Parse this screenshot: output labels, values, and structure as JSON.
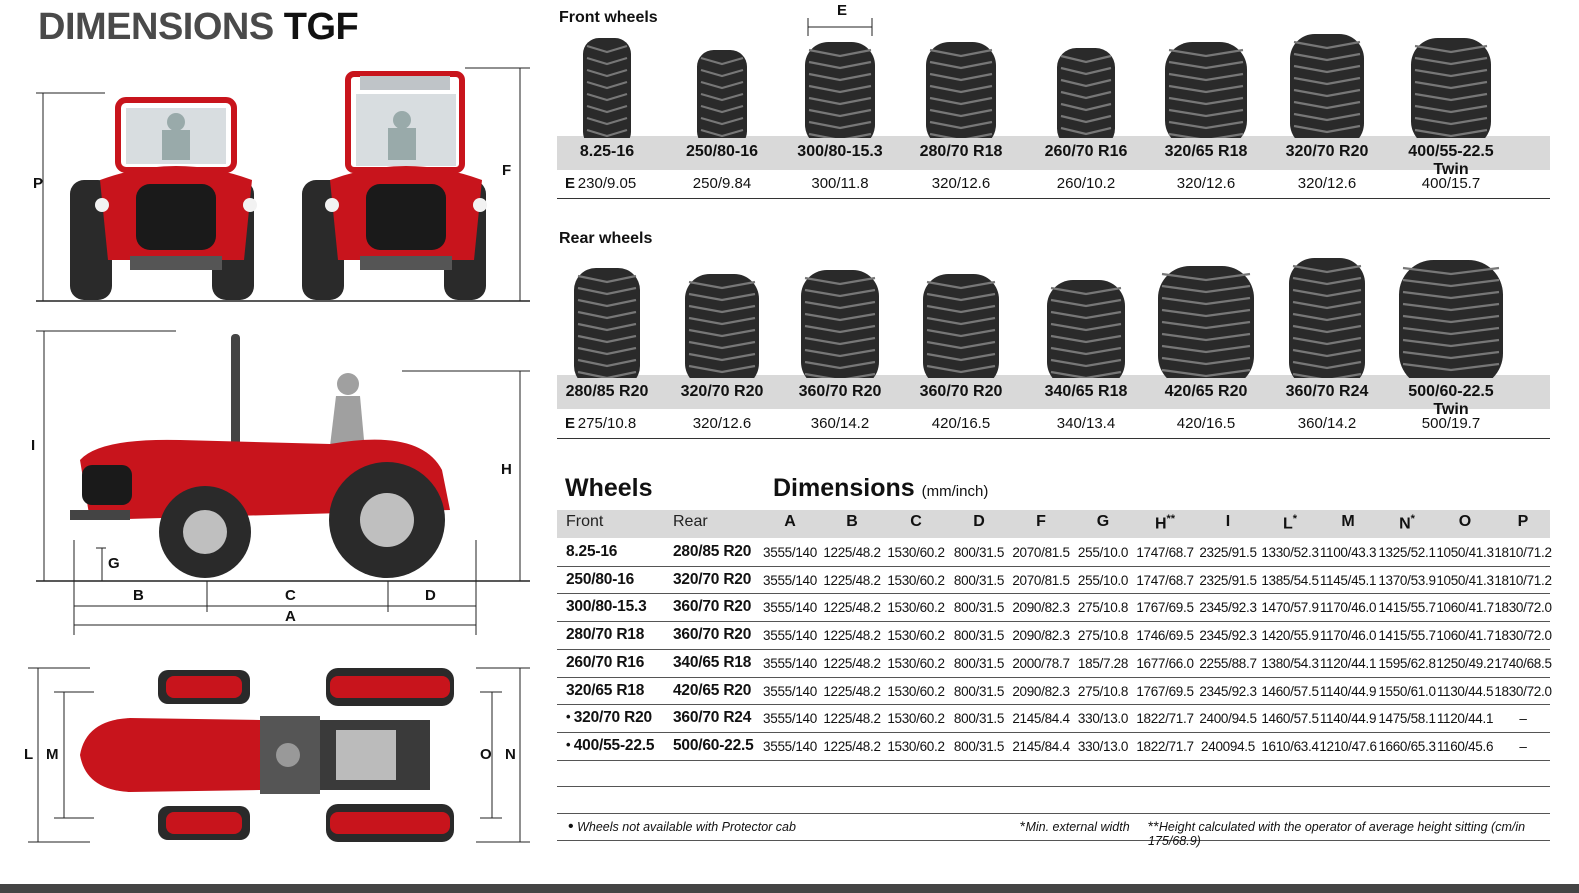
{
  "title": {
    "part1": "DIMENSIONS",
    "part2": "TGF"
  },
  "drawing_labels": {
    "P": "P",
    "F": "F",
    "I": "I",
    "H": "H",
    "G": "G",
    "B": "B",
    "C": "C",
    "D": "D",
    "A": "A",
    "L": "L",
    "M": "M",
    "O": "O",
    "N": "N",
    "E": "E"
  },
  "front_wheels": {
    "title": "Front wheels",
    "e_label": "E",
    "tyres": [
      {
        "name": "8.25-16",
        "e": "230/9.05"
      },
      {
        "name": "250/80-16",
        "e": "250/9.84"
      },
      {
        "name": "300/80-15.3",
        "e": "300/11.8"
      },
      {
        "name": "280/70 R18",
        "e": "320/12.6"
      },
      {
        "name": "260/70 R16",
        "e": "260/10.2"
      },
      {
        "name": "320/65 R18",
        "e": "320/12.6"
      },
      {
        "name": "320/70 R20",
        "e": "320/12.6"
      },
      {
        "name": "400/55-22.5 Twin",
        "e": "400/15.7"
      }
    ]
  },
  "rear_wheels": {
    "title": "Rear wheels",
    "e_label": "E",
    "tyres": [
      {
        "name": "280/85 R20",
        "e": "275/10.8"
      },
      {
        "name": "320/70 R20",
        "e": "320/12.6"
      },
      {
        "name": "360/70 R20",
        "e": "360/14.2"
      },
      {
        "name": "360/70 R20",
        "e": "420/16.5"
      },
      {
        "name": "340/65 R18",
        "e": "340/13.4"
      },
      {
        "name": "420/65 R20",
        "e": "420/16.5"
      },
      {
        "name": "360/70 R24",
        "e": "360/14.2"
      },
      {
        "name": "500/60-22.5 Twin",
        "e": "500/19.7"
      }
    ]
  },
  "table": {
    "wheels_heading": "Wheels",
    "dims_heading": "Dimensions",
    "dims_unit": "(mm/inch)",
    "headers": [
      "Front",
      "Rear",
      "A",
      "B",
      "C",
      "D",
      "F",
      "G",
      "H**",
      "I",
      "L*",
      "M",
      "N*",
      "O",
      "P"
    ],
    "rows": [
      {
        "bullet": "",
        "front": "8.25-16",
        "rear": "280/85 R20",
        "vals": [
          "3555/140",
          "1225/48.2",
          "1530/60.2",
          "800/31.5",
          "2070/81.5",
          "255/10.0",
          "1747/68.7",
          "2325/91.5",
          "1330/52.3",
          "1100/43.3",
          "1325/52.1",
          "1050/41.3",
          "1810/71.2"
        ]
      },
      {
        "bullet": "",
        "front": "250/80-16",
        "rear": "320/70 R20",
        "vals": [
          "3555/140",
          "1225/48.2",
          "1530/60.2",
          "800/31.5",
          "2070/81.5",
          "255/10.0",
          "1747/68.7",
          "2325/91.5",
          "1385/54.5",
          "1145/45.1",
          "1370/53.9",
          "1050/41.3",
          "1810/71.2"
        ]
      },
      {
        "bullet": "",
        "front": "300/80-15.3",
        "rear": "360/70 R20",
        "vals": [
          "3555/140",
          "1225/48.2",
          "1530/60.2",
          "800/31.5",
          "2090/82.3",
          "275/10.8",
          "1767/69.5",
          "2345/92.3",
          "1470/57.9",
          "1170/46.0",
          "1415/55.7",
          "1060/41.7",
          "1830/72.0"
        ]
      },
      {
        "bullet": "",
        "front": "280/70 R18",
        "rear": "360/70 R20",
        "vals": [
          "3555/140",
          "1225/48.2",
          "1530/60.2",
          "800/31.5",
          "2090/82.3",
          "275/10.8",
          "1746/69.5",
          "2345/92.3",
          "1420/55.9",
          "1170/46.0",
          "1415/55.7",
          "1060/41.7",
          "1830/72.0"
        ]
      },
      {
        "bullet": "",
        "front": "260/70 R16",
        "rear": "340/65 R18",
        "vals": [
          "3555/140",
          "1225/48.2",
          "1530/60.2",
          "800/31.5",
          "2000/78.7",
          "185/7.28",
          "1677/66.0",
          "2255/88.7",
          "1380/54.3",
          "1120/44.1",
          "1595/62.8",
          "1250/49.2",
          "1740/68.5"
        ]
      },
      {
        "bullet": "",
        "front": "320/65 R18",
        "rear": "420/65 R20",
        "vals": [
          "3555/140",
          "1225/48.2",
          "1530/60.2",
          "800/31.5",
          "2090/82.3",
          "275/10.8",
          "1767/69.5",
          "2345/92.3",
          "1460/57.5",
          "1140/44.9",
          "1550/61.0",
          "1130/44.5",
          "1830/72.0"
        ]
      },
      {
        "bullet": "•",
        "front": "320/70 R20",
        "rear": "360/70 R24",
        "vals": [
          "3555/140",
          "1225/48.2",
          "1530/60.2",
          "800/31.5",
          "2145/84.4",
          "330/13.0",
          "1822/71.7",
          "2400/94.5",
          "1460/57.5",
          "1140/44.9",
          "1475/58.1",
          "1120/44.1",
          "–"
        ]
      },
      {
        "bullet": "•",
        "front": "400/55-22.5",
        "rear": "500/60-22.5",
        "vals": [
          "3555/140",
          "1225/48.2",
          "1530/60.2",
          "800/31.5",
          "2145/84.4",
          "330/13.0",
          "1822/71.7",
          "240094.5",
          "1610/63.4",
          "1210/47.6",
          "1660/65.3",
          "1160/45.6",
          "–"
        ]
      }
    ]
  },
  "footnotes": {
    "bullet_sym": "•",
    "bullet_text": "Wheels not available with Protector cab",
    "star_sym": "*",
    "star_text": "Min. external width",
    "dstar_sym": "**",
    "dstar_text": "Height calculated with the operator of average height sitting (cm/in 175/68.9)"
  },
  "colors": {
    "tractor_red": "#c8141c",
    "band_grey": "#d9d9d9",
    "tyre_dark": "#2a2a2a"
  }
}
